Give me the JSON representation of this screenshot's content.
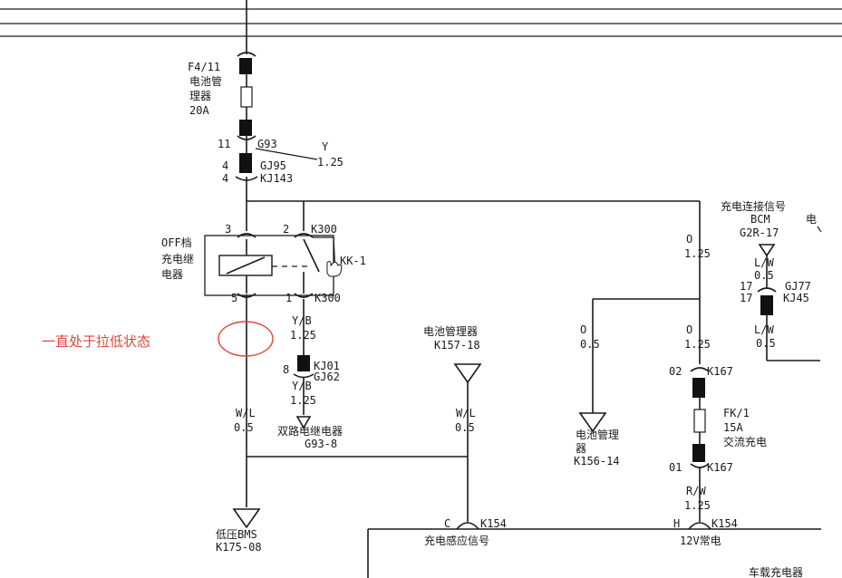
{
  "fuse_top": {
    "id": "F4/11",
    "name_line1": "电池管",
    "name_line2": "理器",
    "rating": "20A"
  },
  "conn_top": {
    "pin": "11",
    "id": "G93",
    "wire_color": "Y",
    "wire_size": "1.25"
  },
  "conn_gj95": {
    "pin1": "4",
    "id1": "GJ95",
    "pin2": "4",
    "id2": "KJ143"
  },
  "relay": {
    "label_line1": "OFF档",
    "label_line2": "充电继",
    "label_line3": "电器",
    "pin_top_left": "3",
    "pin_top_right": "2",
    "top_conn": "K300",
    "pin_bot_left": "5",
    "pin_bot_right": "1",
    "bot_conn": "K300",
    "switch_label": "KK-1"
  },
  "annotation": {
    "text": "一直处于拉低状态",
    "color": "#e0453a"
  },
  "yb_wire": {
    "color": "Y/B",
    "size": "1.25"
  },
  "kj01": {
    "pin": "8",
    "id1": "KJ01",
    "id2": "GJ62",
    "color": "Y/B",
    "size": "1.25"
  },
  "dual_relay": {
    "name": "双路电继电器",
    "conn": "G93-8"
  },
  "wl_left": {
    "color": "W/L",
    "size": "0.5"
  },
  "bms": {
    "name": "低压BMS",
    "conn": "K175-08"
  },
  "battery_mgr_mid": {
    "name": "电池管理器",
    "conn": "K157-18",
    "color": "W/L",
    "size": "0.5"
  },
  "right_top_wire": {
    "color": "O",
    "size": "1.25"
  },
  "charge_conn_signal": {
    "title": "充电连接信号",
    "title_cont": "电",
    "ecu": "BCM",
    "conn": "G2R-17",
    "color1": "L/W",
    "size1": "0.5",
    "pin1": "17",
    "id1": "GJ77",
    "pin2": "17",
    "id2": "KJ45",
    "color2": "L/W",
    "size2": "0.5"
  },
  "branch_left": {
    "color": "O",
    "size": "0.5",
    "name_line1": "电池管理",
    "name_line2": "器",
    "conn": "K156-14"
  },
  "branch_right": {
    "color": "O",
    "size": "1.25"
  },
  "k167_top": {
    "pin": "02",
    "id": "K167"
  },
  "fuse_right": {
    "id": "FK/1",
    "rating": "15A",
    "name": "交流充电"
  },
  "k167_bot": {
    "pin": "01",
    "id": "K167",
    "color": "R/W",
    "size": "1.25"
  },
  "k154_left": {
    "pin": "C",
    "id": "K154",
    "name": "充电感应信号"
  },
  "k154_right": {
    "pin": "H",
    "id": "K154",
    "name": "12V常电"
  },
  "bottom_right_text": "车载充电器"
}
